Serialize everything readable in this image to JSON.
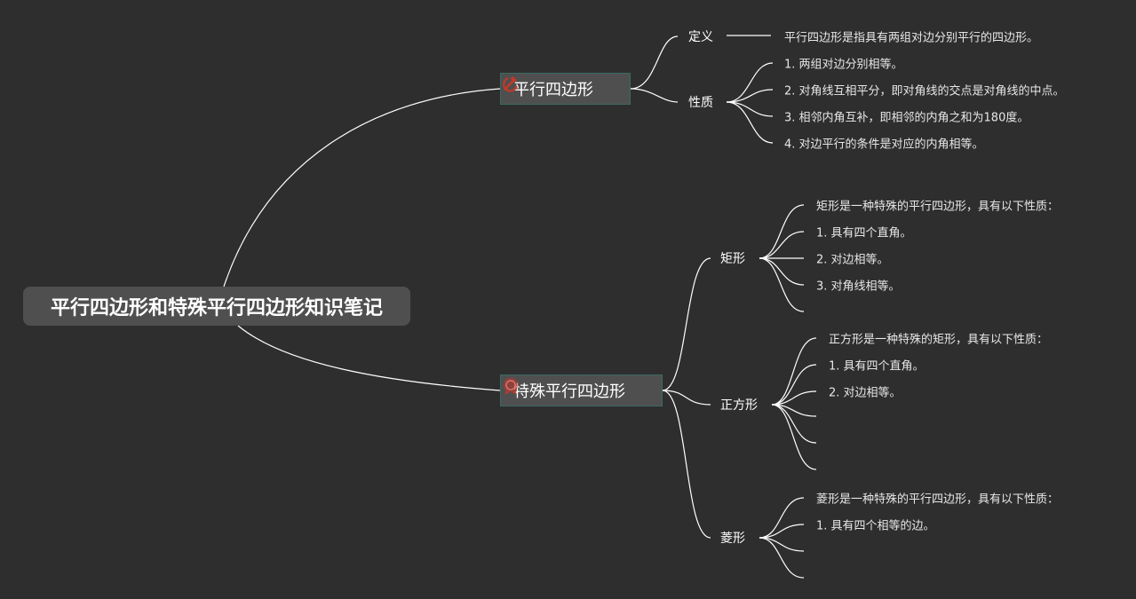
{
  "root": {
    "title": "平行四边形和特殊平行四边形知识笔记"
  },
  "branches": [
    {
      "label": "平行四边形",
      "icon": "hammer-sickle-icon",
      "icon_color": "#c0392b",
      "topics": [
        {
          "label": "定义",
          "items": [
            "平行四边形是指具有两组对边分别平行的四边形。"
          ]
        },
        {
          "label": "性质",
          "items": [
            "1. 两组对边分别相等。",
            "2. 对角线互相平分，即对角线的交点是对角线的中点。",
            "3. 相邻内角互补，即相邻的内角之和为180度。",
            "4. 对边平行的条件是对应的内角相等。"
          ]
        }
      ]
    },
    {
      "label": "特殊平行四边形",
      "icon": "ribbon-badge-icon",
      "icon_color": "#c0392b",
      "topics": [
        {
          "label": "矩形",
          "items": [
            "矩形是一种特殊的平行四边形，具有以下性质：",
            "1. 具有四个直角。",
            "2. 对边相等。",
            "3. 对角线相等。",
            ""
          ]
        },
        {
          "label": "正方形",
          "items": [
            "正方形是一种特殊的矩形，具有以下性质：",
            "1. 具有四个直角。",
            "2. 对边相等。",
            "",
            "",
            ""
          ]
        },
        {
          "label": "菱形",
          "items": [
            "菱形是一种特殊的平行四边形，具有以下性质：",
            "1. 具有四个相等的边。",
            "",
            ""
          ]
        }
      ]
    }
  ],
  "colors": {
    "background": "#2e2e2e",
    "node_fill": "#4f4f4f",
    "node_border": "#3a6a62",
    "line": "#ffffff",
    "icon": "#c0392b"
  }
}
